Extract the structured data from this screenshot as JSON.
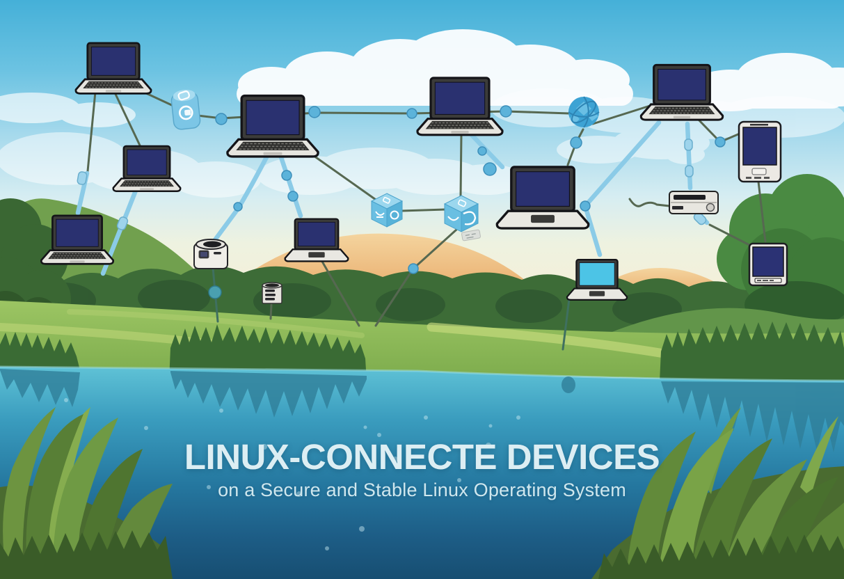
{
  "meta": {
    "type": "illustration",
    "alt": "Illustrated network of Linux-connected devices linked by lines and nodes above a green landscape with trees, hills and a lake"
  },
  "title": {
    "main": "LINUX-CONNECTE DEVICES",
    "subtitle": "on a Secure and Stable Linux Operating System"
  },
  "palette": {
    "sky_top": "#45b0d8",
    "sky_horizon": "#f5efd8",
    "cloud": "#ffffff",
    "hill_orange": "#eec184",
    "tree_dark": "#3d6c37",
    "meadow_green": "#93bf5c",
    "water_top": "#5fc2d6",
    "water_deep": "#174e72",
    "device_screen_navy": "#2a3170",
    "device_screen_cyan": "#4cc4e6",
    "device_body_silver": "#e9e8e2",
    "network_line": "#566851",
    "cable_blue": "#8bcbe7",
    "node_blue": "#5cb3da",
    "cube_blue": "#7cc6e6",
    "text_color": "#dceef3"
  },
  "icons": [
    {
      "name": "laptop-icon",
      "count": 9
    },
    {
      "name": "tablet-icon",
      "count": 1
    },
    {
      "name": "desktop-monitor-icon",
      "count": 1
    },
    {
      "name": "router-server-icon",
      "count": 1
    },
    {
      "name": "smart-device-icon",
      "count": 1
    },
    {
      "name": "storage-stack-icon",
      "count": 1
    },
    {
      "name": "padlock-cube-icon",
      "count": 1
    },
    {
      "name": "package-cube-icon",
      "count": 2
    },
    {
      "name": "globe-network-icon",
      "count": 1
    },
    {
      "name": "network-node-dot",
      "count": 12
    },
    {
      "name": "tag-chip-icon",
      "count": 1
    }
  ]
}
